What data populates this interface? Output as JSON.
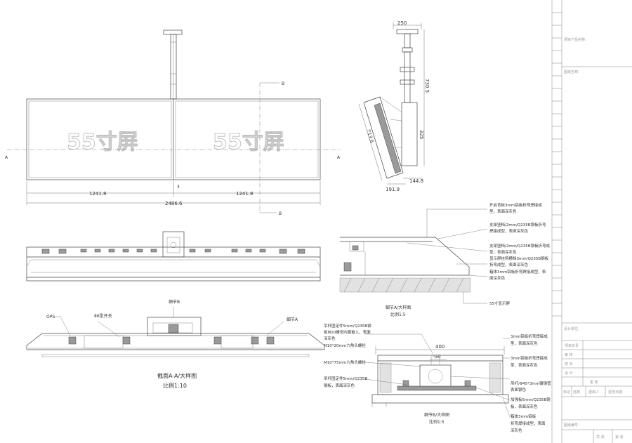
{
  "dimensions": {
    "half_width_left": "1241.8",
    "half_width_right": "1241.8",
    "total_width": "2486.6",
    "gap": "3",
    "side_top_width": "250",
    "side_drop": "730.5",
    "side_box": "325",
    "side_diag": "713.6",
    "side_depth": "191.9",
    "side_offset": "144.8",
    "detail_b_width": "400",
    "detail_b_center": "50"
  },
  "front_view": {
    "ghost_text_left": "55寸屏",
    "ghost_text_right": "55寸屏",
    "section_mark_a_left": "A",
    "section_mark_a_right": "A",
    "section_mark_b_top": "B",
    "section_mark_b_bottom": "B"
  },
  "section_view": {
    "label_ops": "OPS",
    "label_switch": "86型开关",
    "label_detail_b": "细节B",
    "label_detail_a": "细节A",
    "title": "截面A-A/大样图",
    "scale": "比例1:10"
  },
  "detail_a": {
    "title": "细节A/大样图",
    "scale": "比例1:5",
    "notes": [
      "开启背板3mm铝板折弯焊接成",
      "型，表面深灰色",
      "支架竖档/2mm/Q235B钢板折弯",
      "焊接成型，表面深灰色",
      "支架竖档/2mm/Q235B钢板折弯成",
      "型，表面深灰色",
      "显示屏挂钩横档3mm/Q235B钢板",
      "折弯成型，表面深灰色",
      "箱体3mm铝板折弯焊接成型，表",
      "面深灰色",
      "55寸显示屏"
    ]
  },
  "detail_b": {
    "title": "细节B/大样图",
    "scale": "比例1:5",
    "left_notes": [
      "吊杆固定件5mm/Q235B钢",
      "板M10螺母内置嵌入，表面",
      "深灰色",
      "M10*20mm六角头螺栓",
      "M10*75mm六角头螺栓",
      "吊杆固定件5mm/Q235B",
      "钢板，表面深灰色"
    ],
    "right_notes": [
      "3mm铝板折弯焊接成",
      "型，表面深灰色",
      "3mm铝板折弯焊接成",
      "型，表面深灰色",
      "吊杆/Φ45*3mm镀钢管",
      "表面银色",
      "加强板5mm/Q235B钢",
      "板，表面深灰色",
      "箱体3mm铝板",
      "折弯焊接成型，表面",
      "深灰色"
    ]
  },
  "title_block": {
    "project_name_label": "项目产品名称：",
    "drawing_name_label": "图纸名称：",
    "design_unit_label": "设计单位：",
    "rows": [
      "项目负责",
      "审 核",
      "校 对",
      "设 计"
    ],
    "revision_label": "更 改",
    "revision_cols": [
      "标记",
      "处数",
      "更改人",
      "更改日期"
    ],
    "drawing_no_label": "图纸编号：",
    "footer_cells": [
      "共 张",
      "第 张"
    ]
  }
}
